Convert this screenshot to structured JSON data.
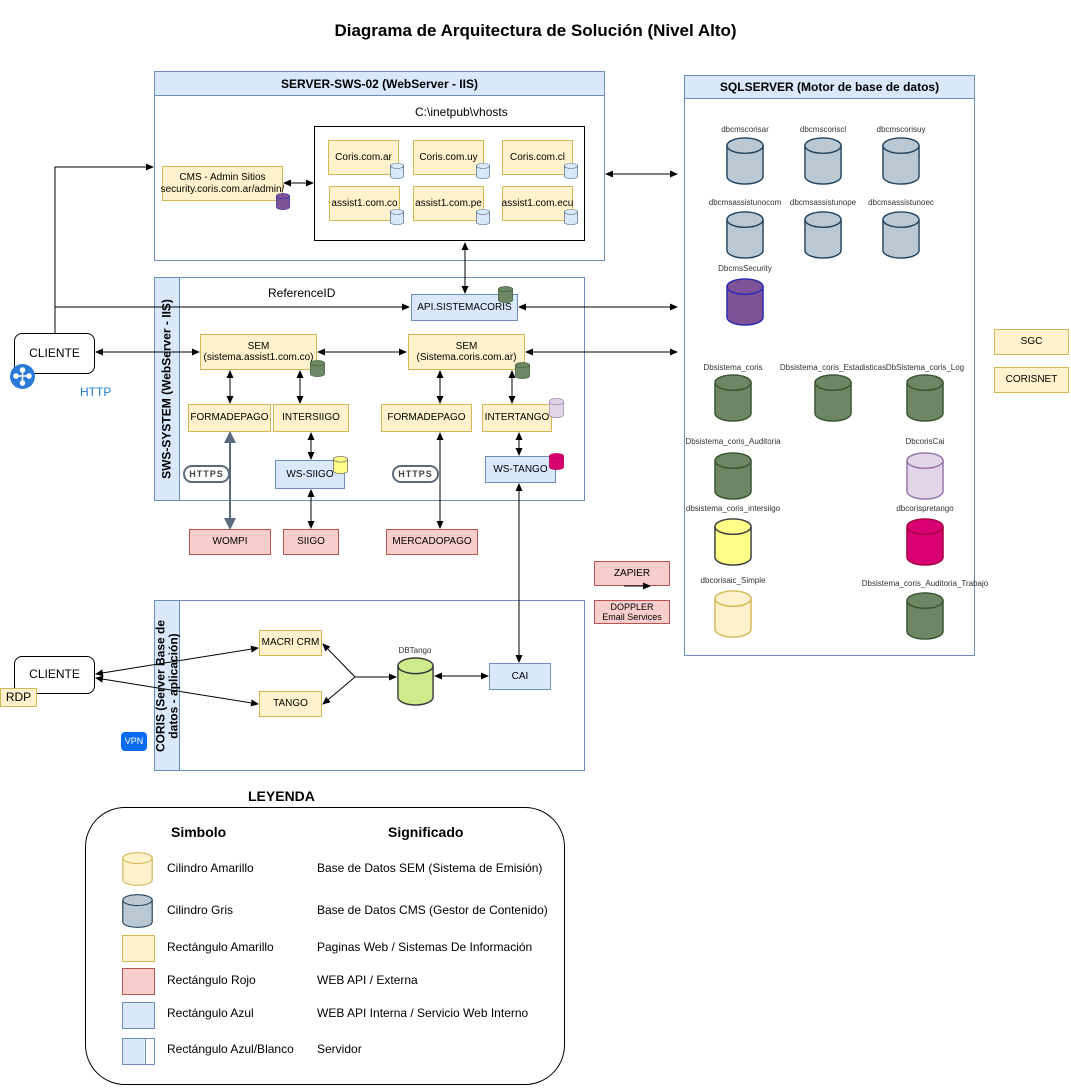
{
  "title": "Diagrama de Arquitectura de Solución (Nivel Alto)",
  "colors": {
    "gray": "#bac8d3",
    "purple": "#7f5298",
    "green": "#6d8764",
    "lilac": "#e1d5e7",
    "yellow": "#ffff88",
    "magenta": "#d80073",
    "lightyellow": "#fff2cc",
    "lightblue": "#dae8fc"
  },
  "server_sws": {
    "title": "SERVER-SWS-02 (WebServer - IIS)",
    "path": "C:\\inetpub\\vhosts",
    "cms": "CMS - Admin Sitios",
    "cms_url": "security.coris.com.ar/admin/",
    "sites": [
      "Coris.com.ar",
      "Coris.com.uy",
      "Coris.com.cl",
      "assist1.com.co",
      "assist1.com.pe",
      "assist1.com.ecu"
    ]
  },
  "sqlserver": {
    "title": "SQLSERVER (Motor de base de datos)",
    "dbs": [
      "dbcmscorisar",
      "dbcmscoriscl",
      "dbcmscorisuy",
      "dbcmsassistunocom",
      "dbcmsassistunope",
      "dbcmsassistunoec",
      "DbcmsSecurity",
      "Dbsistema_coris",
      "Dbsistema_coris_Estadisticas",
      "DbSistema_coris_Log",
      "Dbsistema_coris_Auditoria",
      "DbcorisCai",
      "dbsistema_coris_intersiigo",
      "dbcorispretango",
      "dbcorisaic_Simple",
      "Dbsistema_coris_Auditoria_Trabajo"
    ]
  },
  "sws_system": {
    "title": "SWS-SYSTEM (WebServer - IIS)",
    "reference": "ReferenceID",
    "api": "API.SISTEMACORIS",
    "sem1": "SEM\n(sistema.assist1.com.co)",
    "sem1a": "SEM",
    "sem1b": "(sistema.assist1.com.co)",
    "sem2a": "SEM",
    "sem2b": "(Sistema.coris.com.ar)",
    "formadepago": "FORMADEPAGO",
    "intersiigo": "INTERSIIGO",
    "formadepago2": "FORMADEPAGO",
    "intertango": "INTERTANGO",
    "https": "HTTPS",
    "ws_siigo": "WS-SIIGO",
    "ws_tango": "WS-TANGO"
  },
  "external": {
    "wompi": "WOMPI",
    "siigo": "SIIGO",
    "mercadopago": "MERCADOPAGO",
    "zapier": "ZAPIER",
    "doppler": "DOPPLER",
    "doppler_sub": "Email Services",
    "sgc": "SGC",
    "corisnet": "CORISNET"
  },
  "coris": {
    "title": "CORIS (Server Base de datos - aplicación)",
    "macri": "MACRI CRM",
    "tango": "TANGO",
    "dbtango": "DBTango",
    "cai": "CAI",
    "vpn": "VPN"
  },
  "clients": {
    "cliente": "CLIENTE",
    "http": "HTTP",
    "rdp": "RDP"
  },
  "legend": {
    "title": "LEYENDA",
    "col_symbol": "Simbolo",
    "col_meaning": "Significado",
    "rows": [
      {
        "symbol": "Cilindro Amarillo",
        "meaning": "Base de Datos SEM (Sistema de Emisión)"
      },
      {
        "symbol": "Cilindro Gris",
        "meaning": "Base de Datos CMS (Gestor de Contenido)"
      },
      {
        "symbol": "Rectángulo Amarillo",
        "meaning": "Paginas Web / Sistemas De Información"
      },
      {
        "symbol": "Rectángulo Rojo",
        "meaning": "WEB API / Externa"
      },
      {
        "symbol": "Rectángulo Azul",
        "meaning": "WEB API Interna / Servicio Web Interno"
      },
      {
        "symbol": "Rectángulo Azul/Blanco",
        "meaning": "Servidor"
      }
    ]
  }
}
